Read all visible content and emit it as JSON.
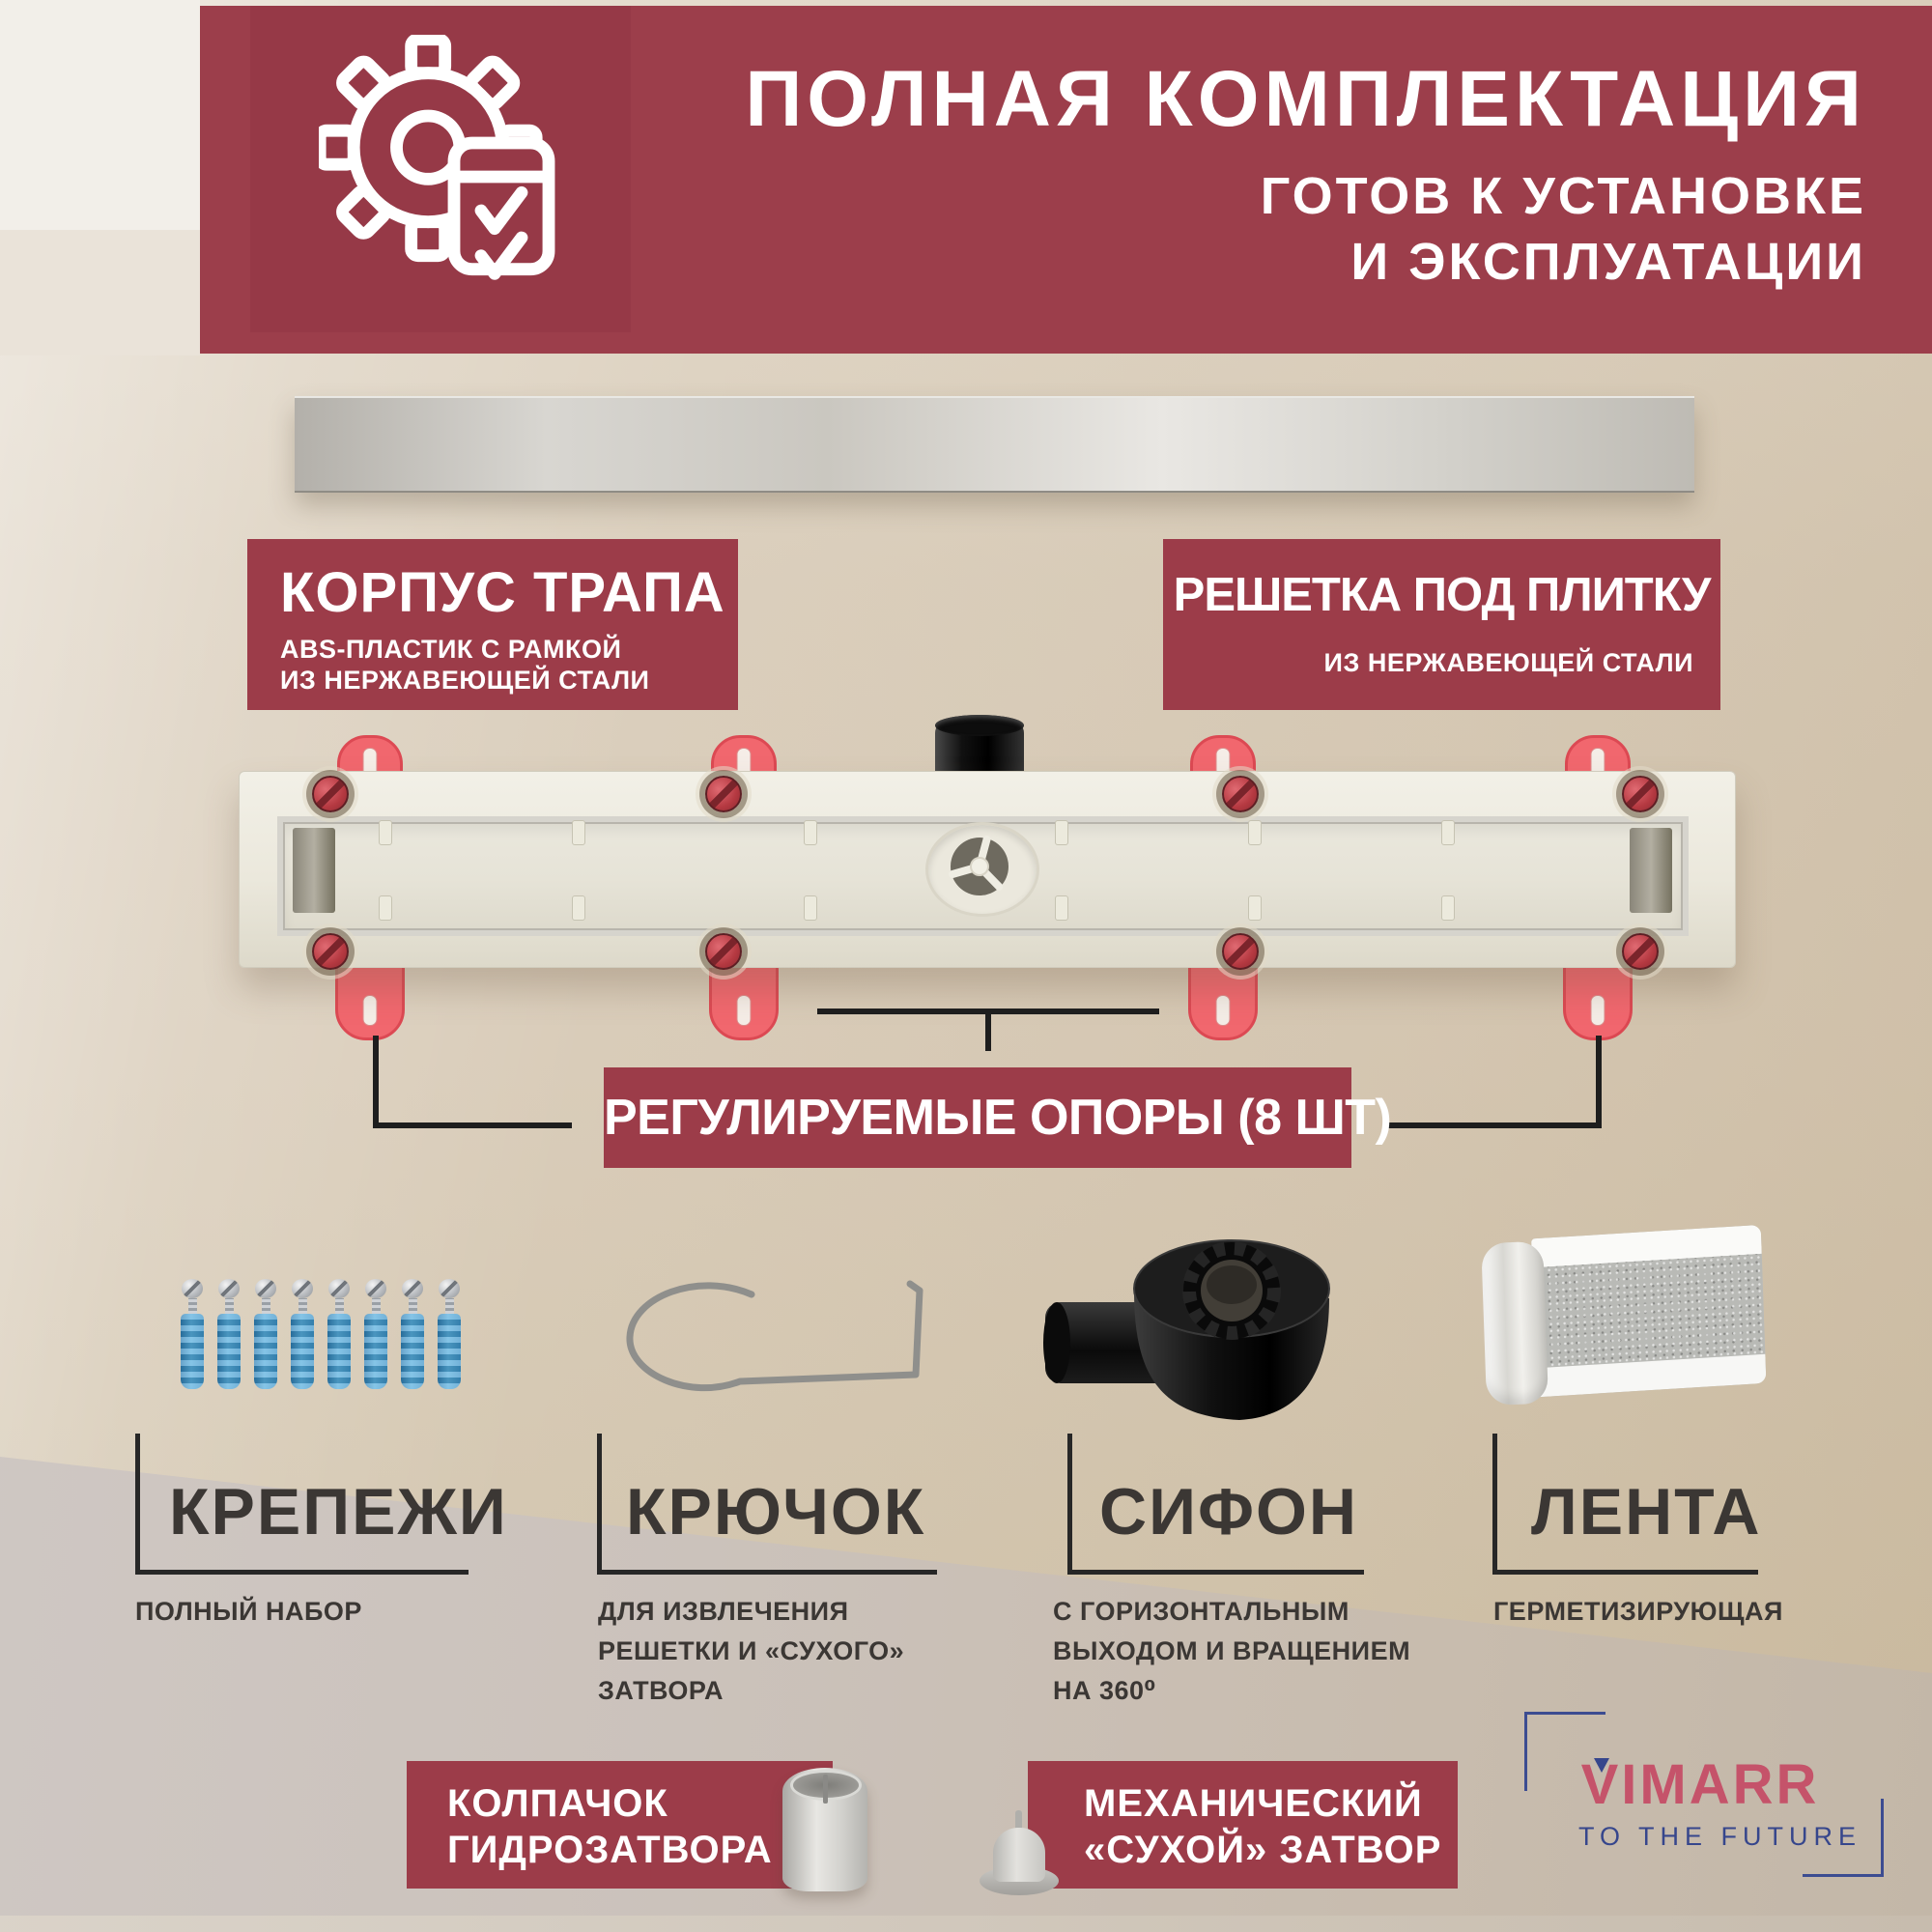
{
  "banner": {
    "title": "ПОЛНАЯ КОМПЛЕКТАЦИЯ",
    "subtitle_line1": "ГОТОВ К УСТАНОВКЕ",
    "subtitle_line2": "И ЭКСПЛУАТАЦИИ",
    "icon": "gear-checklist-icon"
  },
  "callouts": {
    "body": {
      "title": "КОРПУС ТРАПА",
      "desc_line1": "ABS-ПЛАСТИК С РАМКОЙ",
      "desc_line2": "ИЗ НЕРЖАВЕЮЩЕЙ СТАЛИ"
    },
    "grate": {
      "title": "РЕШЕТКА ПОД ПЛИТКУ",
      "desc": "ИЗ НЕРЖАВЕЮЩЕЙ СТАЛИ"
    },
    "supports": {
      "title": "РЕГУЛИРУЕМЫЕ ОПОРЫ (8 ШТ)"
    }
  },
  "items": [
    {
      "title": "КРЕПЕЖИ",
      "desc_lines": [
        "ПОЛНЫЙ НАБОР"
      ]
    },
    {
      "title": "КРЮЧОК",
      "desc_lines": [
        "ДЛЯ ИЗВЛЕЧЕНИЯ",
        "РЕШЕТКИ И «СУХОГО»",
        "ЗАТВОРА"
      ]
    },
    {
      "title": "СИФОН",
      "desc_lines": [
        "С ГОРИЗОНТАЛЬНЫМ",
        "ВЫХОДОМ И ВРАЩЕНИЕМ",
        "НА 360⁰"
      ]
    },
    {
      "title": "ЛЕНТА",
      "desc_lines": [
        "ГЕРМЕТИЗИРУЮЩАЯ"
      ]
    }
  ],
  "bottom_callouts": [
    {
      "line1": "КОЛПАЧОК",
      "line2": "ГИДРОЗАТВОРА"
    },
    {
      "line1": "МЕХАНИЧЕСКИЙ",
      "line2": "«СУХОЙ» ЗАТВОР"
    }
  ],
  "logo": {
    "brand": "VIMARR",
    "tagline": "TO THE FUTURE"
  },
  "colors": {
    "maroon": "#9c3d4a",
    "brand_pink": "#c5536a",
    "brand_navy": "#36468c",
    "text_dark": "#3b3734",
    "accent_red_feet": "#f2646c",
    "dowel_blue": "#4da4d4"
  }
}
